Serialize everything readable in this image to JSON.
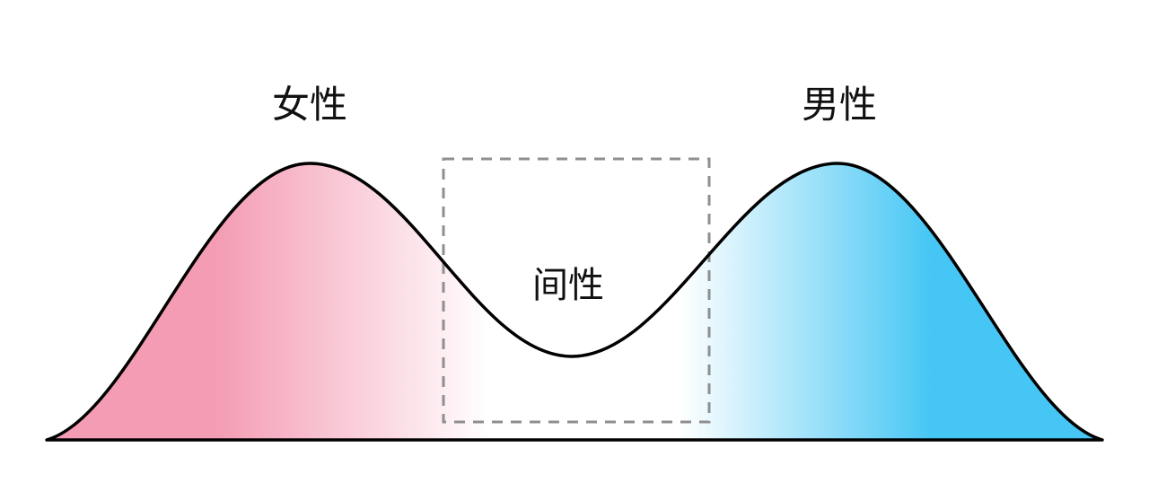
{
  "diagram": {
    "title": "sex-spectrum-bimodal-distribution",
    "female_label": "女性",
    "male_label": "男性",
    "intersex_label": "间性"
  },
  "colors": {
    "female_pink": "#f49cb4",
    "male_blue": "#45c6f4",
    "curve_stroke": "#000000",
    "dashed_box": "#8f8f8f",
    "background": "#ffffff"
  }
}
